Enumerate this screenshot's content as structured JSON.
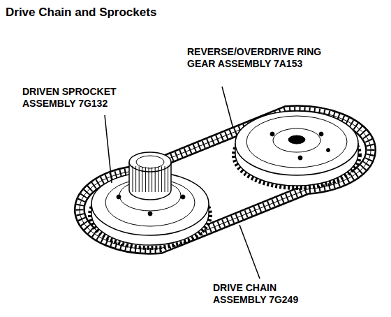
{
  "diagram": {
    "title": "Drive Chain and Sprockets",
    "labels": [
      "REVERSE/OVERDRIVE RING GEAR ASSEMBLY 7A153",
      "DRIVEN SPROCKET ASSEMBLY 7G132",
      "DRIVE CHAIN ASSEMBLY 7G249"
    ]
  }
}
